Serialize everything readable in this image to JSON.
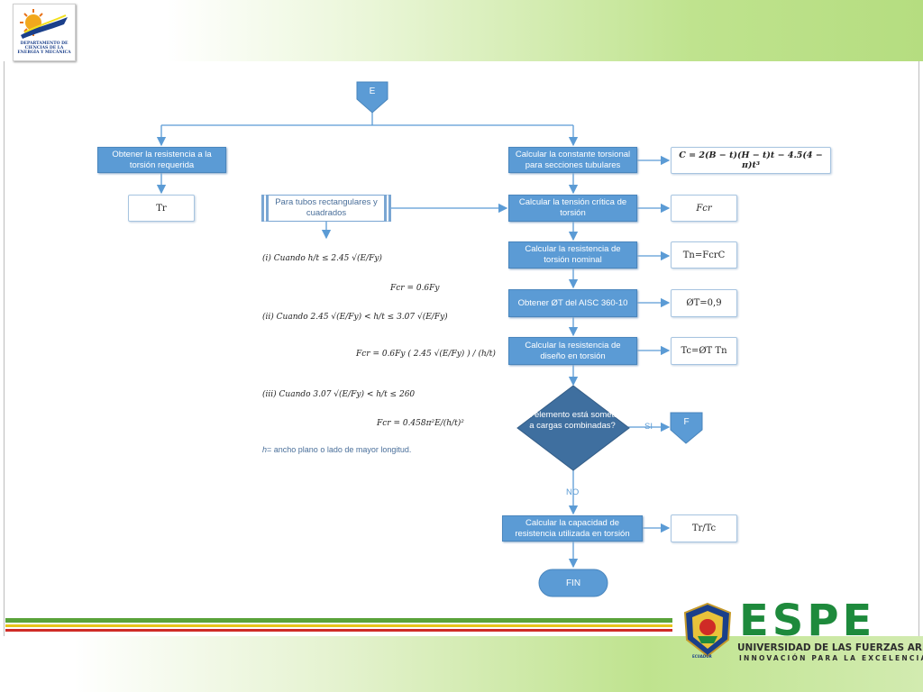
{
  "header": {
    "department_logo_text": "DEPARTAMENTO DE CIENCIAS DE LA ENERGÍA Y MECÁNICA"
  },
  "flowchart": {
    "start_connector": "E",
    "end_connector": "F",
    "terminal": "FIN",
    "steps": {
      "required_strength": "Obtener la resistencia a la torsión requerida",
      "torsional_constant": "Calcular la constante torsional para secciones tubulares",
      "critical_stress": "Calcular la tensión crítica de torsión",
      "nominal_strength": "Calcular la resistencia de torsión nominal",
      "phi_aisc": "Obtener ØT del AISC 360-10",
      "design_strength": "Calcular la resistencia de diseño en torsión",
      "utilization": "Calcular la capacidad de resistencia utilizada en torsión"
    },
    "decision": {
      "question": "¿El elemento está sometido a cargas combinadas?",
      "yes_label": "SI",
      "no_label": "NO"
    },
    "outputs": {
      "tr": "Tr",
      "constant_formula": "C = 2(B − t)(H − t)t − 4.5(4 − π)t³",
      "fcr": "Fcr",
      "tn": "Tn=FcrC",
      "phi_value": "ØT=0,9",
      "tc": "Tc=ØT Tn",
      "ratio": "Tr/Tc"
    },
    "side_process": {
      "title": "Para tubos rectangulares y cuadrados",
      "case1_condition": "(i) Cuando  h/t ≤ 2.45 √(E/Fy)",
      "case1_result": "Fcr = 0.6Fy",
      "case2_condition": "(ii) Cuando  2.45 √(E/Fy) < h/t ≤ 3.07 √(E/Fy)",
      "case2_result": "Fcr = 0.6Fy ( 2.45 √(E/Fy) ) / (h/t)",
      "case3_condition": "(iii) Cuando  3.07 √(E/Fy) < h/t ≤ 260",
      "case3_result": "Fcr = 0.458π²E/(h/t)²",
      "note_h": "h",
      "note_text": "= ancho plano o lado de mayor longitud."
    }
  },
  "footer": {
    "brand": "ESPE",
    "university": "UNIVERSIDAD DE LAS FUERZAS ARMADAS",
    "motto": "INNOVACIÓN PARA LA EXCELENCIA",
    "seal_label": "ECUADOR"
  },
  "colors": {
    "process_fill": "#5b9bd5",
    "decision_fill": "#3f6f9f",
    "connector_line": "#5b9bd5",
    "brand_green": "#1e8a3c"
  }
}
